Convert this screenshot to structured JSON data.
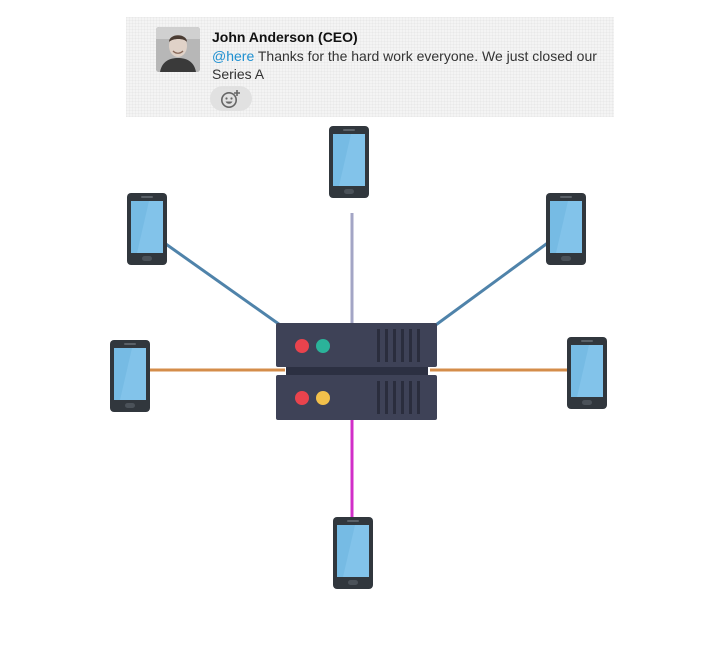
{
  "message": {
    "author": "John Anderson (CEO)",
    "mention": "@here",
    "text": "Thanks for the hard work everyone. We just closed our Series A"
  },
  "icons": {
    "avatar": "user-avatar-photo",
    "reaction": "add-reaction-icon",
    "devices": "smartphone-icon",
    "server": "server-rack-icon"
  },
  "colors": {
    "link_blue": "#4f83aa",
    "link_gray": "#a3a5c5",
    "link_orange": "#d48d4a",
    "link_magenta": "#d12fc8",
    "server_body": "#3e4257",
    "led_red": "#e9434d",
    "led_green": "#2bb39a",
    "led_yellow": "#f2c04b"
  }
}
